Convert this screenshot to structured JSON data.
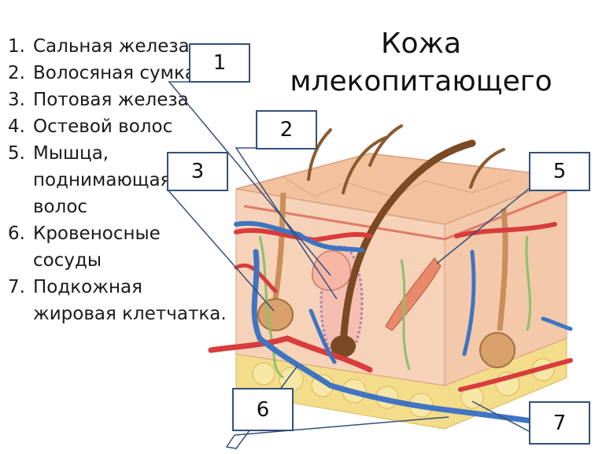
{
  "title": {
    "line1": "Кожа",
    "line2": "млекопитающего"
  },
  "legend": [
    {
      "num": "1.",
      "text": "Сальная железа"
    },
    {
      "num": "2.",
      "text": "Волосяная сумка"
    },
    {
      "num": "3.",
      "text": "Потовая железа"
    },
    {
      "num": "4.",
      "text": "Остевой волос"
    },
    {
      "num": "5.",
      "text": "Мышца, поднимающая волос"
    },
    {
      "num": "6.",
      "text": "Кровеносные сосуды"
    },
    {
      "num": "7.",
      "text": "Подкожная жировая клетчатка."
    }
  ],
  "callouts": {
    "c1": "1",
    "c2": "2",
    "c3": "3",
    "c5": "5",
    "c6": "6",
    "c7": "7"
  },
  "colors": {
    "epidermis": "#f2c29f",
    "dermis": "#f6d2b8",
    "fat": "#f3dc8a",
    "hair": "#8a5a2e",
    "artery": "#d83c3c",
    "vein": "#3f74c2",
    "nerve": "#8cc06a",
    "callout_border": "#33507a"
  }
}
